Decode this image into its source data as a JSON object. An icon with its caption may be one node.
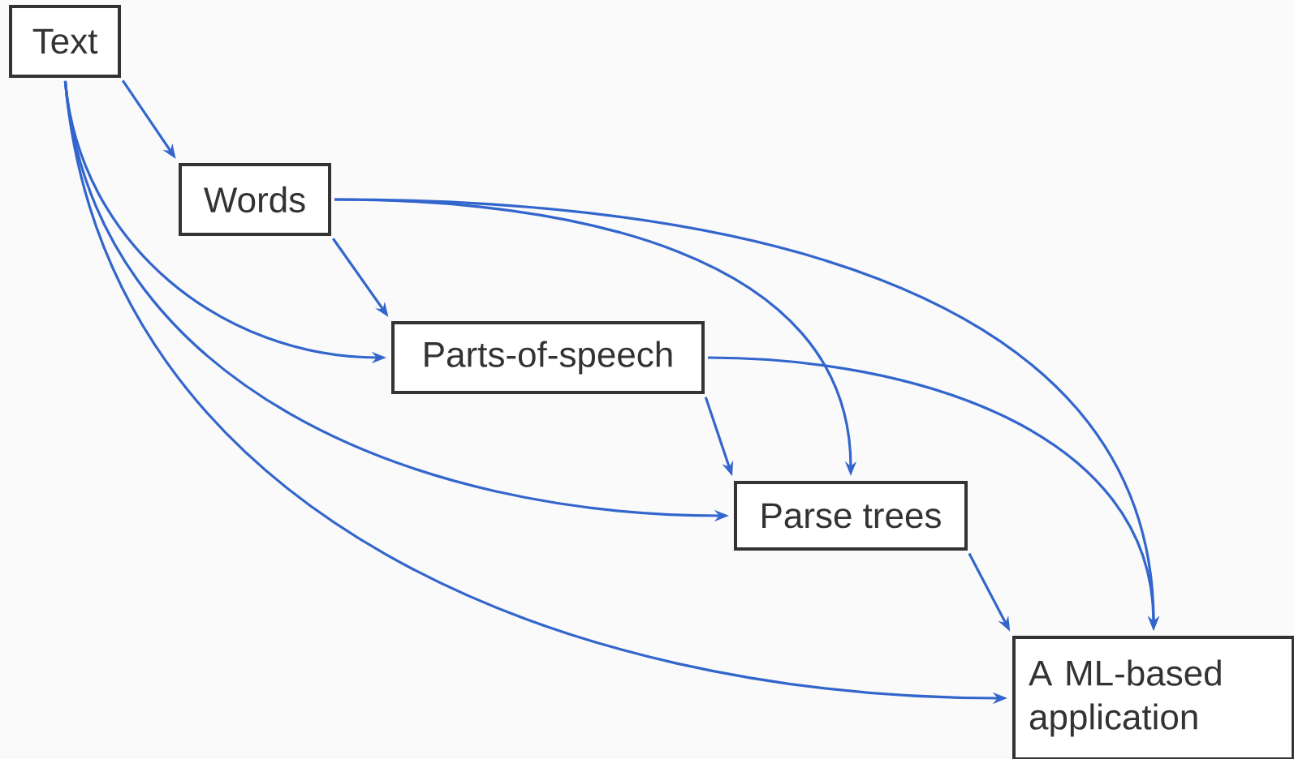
{
  "diagram": {
    "nodes": [
      {
        "text": [
          "Text"
        ]
      },
      {
        "text": [
          "Words"
        ]
      },
      {
        "text": [
          "Parts-of-speech"
        ]
      },
      {
        "text": [
          "Parse trees"
        ]
      },
      {
        "text": [
          "A ML-based application"
        ]
      }
    ],
    "edges": [
      {
        "from": 0,
        "to": 1,
        "arrow": "to"
      },
      {
        "from": 0,
        "to": 2,
        "arrow": "to"
      },
      {
        "from": 0,
        "to": 3,
        "arrow": "to"
      },
      {
        "from": 0,
        "to": 4,
        "arrow": "to"
      },
      {
        "from": 1,
        "to": 2,
        "arrow": "to"
      },
      {
        "from": 1,
        "to": 3,
        "arrow": "to"
      },
      {
        "from": 1,
        "to": 4,
        "arrow": "to"
      },
      {
        "from": 2,
        "to": 3,
        "arrow": "to"
      },
      {
        "from": 2,
        "to": 4,
        "arrow": "to"
      },
      {
        "from": 3,
        "to": 4,
        "arrow": "to"
      }
    ]
  }
}
